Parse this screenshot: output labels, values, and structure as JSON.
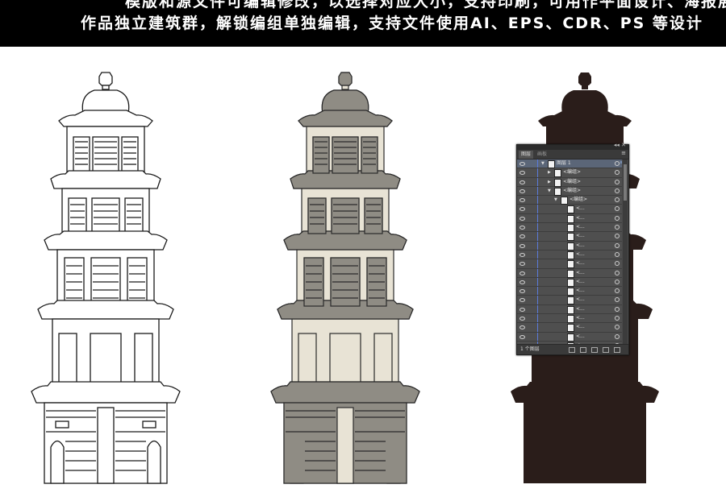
{
  "banner": {
    "line1": "模版和源文件可编辑修改，以选择对应大小，支持印刷，可用作平面设计、海报展板",
    "line2": "作品独立建筑群，解锁编组单独编辑，支持文件使用AI、EPS、CDR、PS 等设计"
  },
  "colors": {
    "outline": "#1a1a1a",
    "gray_fill": "#8f8c84",
    "cream_fill": "#e8e3d5",
    "silhouette": "#2a1d1a",
    "panel_bg": "#4a4a4a"
  },
  "layers_panel": {
    "tab_active": "图层",
    "tab_inactive": "画板",
    "rows": [
      {
        "label": "图层 1",
        "depth": 0,
        "expanded": true,
        "selected": true
      },
      {
        "label": "<编组>",
        "depth": 1,
        "expanded": false
      },
      {
        "label": "<编组>",
        "depth": 1,
        "expanded": false
      },
      {
        "label": "<编组>",
        "depth": 1,
        "expanded": true
      },
      {
        "label": "<编组>",
        "depth": 2,
        "expanded": true
      },
      {
        "label": "<...",
        "depth": 3
      },
      {
        "label": "<...",
        "depth": 3
      },
      {
        "label": "<...",
        "depth": 3
      },
      {
        "label": "<...",
        "depth": 3
      },
      {
        "label": "<...",
        "depth": 3
      },
      {
        "label": "<...",
        "depth": 3
      },
      {
        "label": "<...",
        "depth": 3
      },
      {
        "label": "<...",
        "depth": 3
      },
      {
        "label": "<...",
        "depth": 3
      },
      {
        "label": "<...",
        "depth": 3
      },
      {
        "label": "<...",
        "depth": 3
      },
      {
        "label": "<...",
        "depth": 3
      },
      {
        "label": "<...",
        "depth": 3
      },
      {
        "label": "<...",
        "depth": 3
      },
      {
        "label": "<...",
        "depth": 3
      },
      {
        "label": "<...",
        "depth": 3
      },
      {
        "label": "<...",
        "depth": 3
      }
    ],
    "footer_count": "1 个图层"
  }
}
